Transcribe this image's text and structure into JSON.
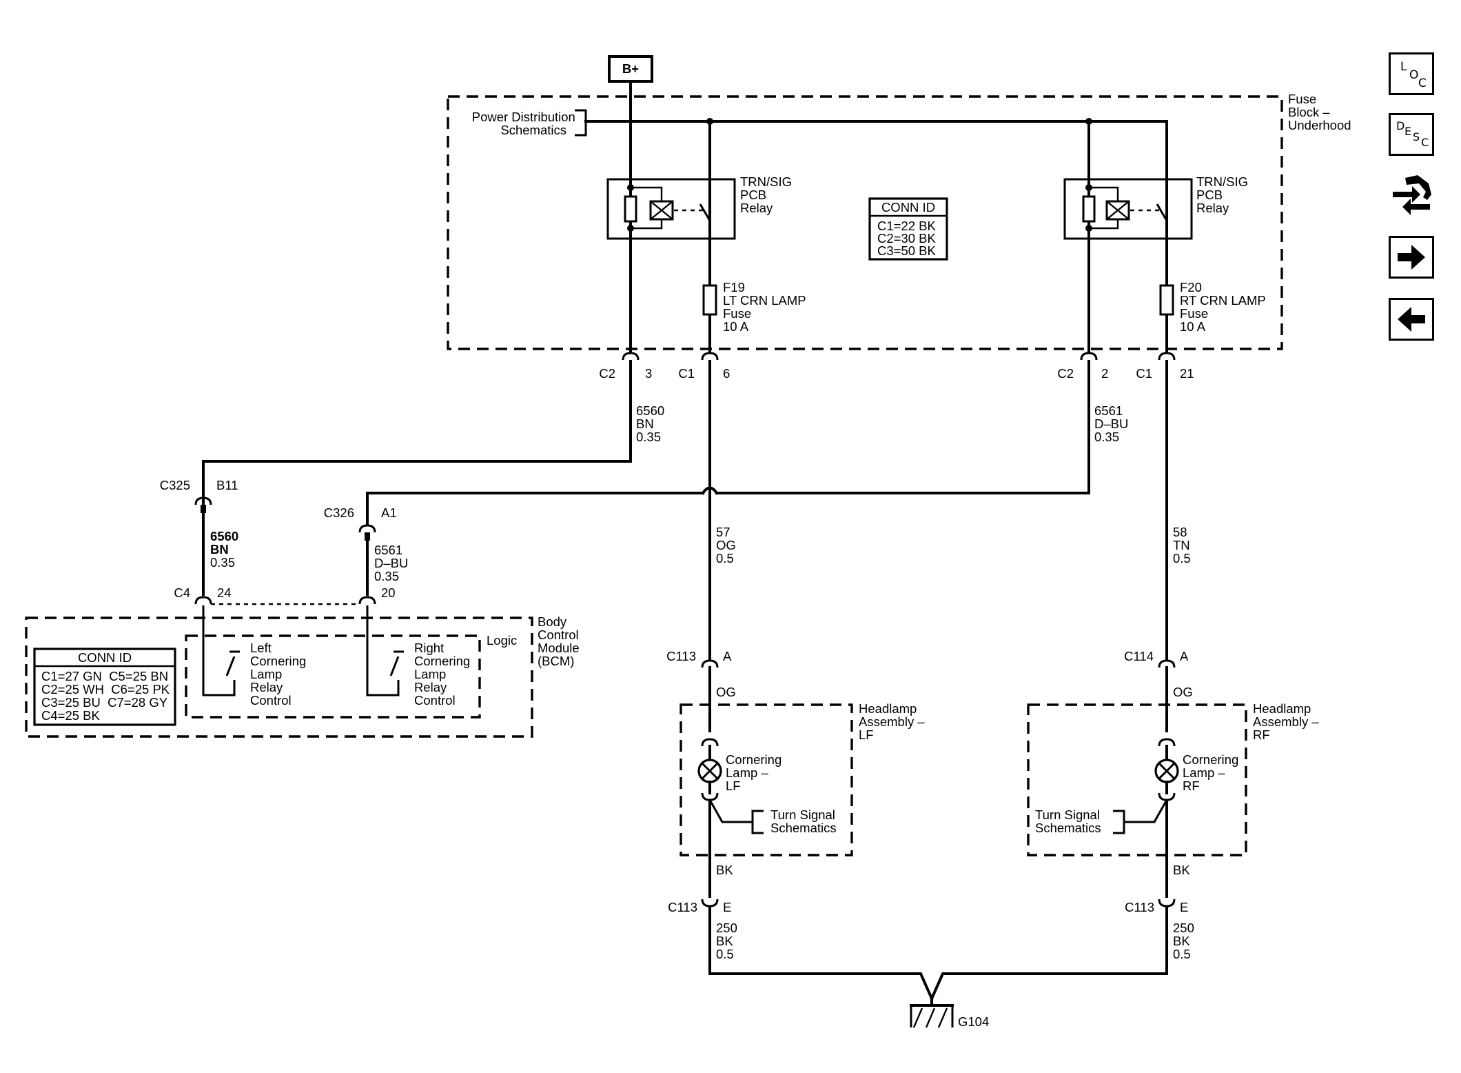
{
  "supply": {
    "label": "B+"
  },
  "fuse_block": {
    "title_lines": [
      "Fuse",
      "Block –",
      "Underhood"
    ],
    "pds_lines": [
      "Power Distribution",
      "Schematics"
    ]
  },
  "relays": [
    {
      "lines": [
        "TRN/SIG",
        "PCB",
        "Relay"
      ]
    },
    {
      "lines": [
        "TRN/SIG",
        "PCB",
        "Relay"
      ]
    }
  ],
  "fuses": [
    {
      "lines": [
        "F19",
        "LT CRN LAMP",
        "Fuse",
        "10 A"
      ]
    },
    {
      "lines": [
        "F20",
        "RT CRN LAMP",
        "Fuse",
        "10 A"
      ]
    }
  ],
  "conn_id_fuse": {
    "title": "CONN ID",
    "rows": [
      "C1=22 BK",
      "C2=30 BK",
      "C3=50 BK"
    ]
  },
  "connectors": [
    {
      "name": "C2",
      "pin": "3"
    },
    {
      "name": "C1",
      "pin": "6"
    },
    {
      "name": "C2",
      "pin": "2"
    },
    {
      "name": "C1",
      "pin": "21"
    },
    {
      "name": "C325",
      "pin": "B11"
    },
    {
      "name": "C326",
      "pin": "A1"
    },
    {
      "name": "C4",
      "pin": "24"
    },
    {
      "name": "",
      "pin": "20"
    },
    {
      "name": "C113",
      "pin": "A"
    },
    {
      "name": "C114",
      "pin": "A"
    },
    {
      "name": "C113",
      "pin": "E"
    },
    {
      "name": "C113",
      "pin": "E"
    }
  ],
  "wires": [
    {
      "lines": [
        "6560",
        "BN",
        "0.35"
      ]
    },
    {
      "lines": [
        "6561",
        "D–BU",
        "0.35"
      ]
    },
    {
      "lines": [
        "6560",
        "BN",
        "0.35"
      ]
    },
    {
      "lines": [
        "6561",
        "D–BU",
        "0.35"
      ]
    },
    {
      "lines": [
        "57",
        "OG",
        "0.5"
      ]
    },
    {
      "lines": [
        "58",
        "TN",
        "0.5"
      ]
    },
    {
      "lines": [
        "250",
        "BK",
        "0.5"
      ]
    },
    {
      "lines": [
        "250",
        "BK",
        "0.5"
      ]
    }
  ],
  "wire_colors": {
    "og": "OG",
    "bk": "BK"
  },
  "bcm": {
    "title_lines": [
      "Body",
      "Control",
      "Module",
      "(BCM)"
    ],
    "logic": "Logic",
    "left_switch_lines": [
      "Left",
      "Cornering",
      "Lamp",
      "Relay",
      "Control"
    ],
    "right_switch_lines": [
      "Right",
      "Cornering",
      "Lamp",
      "Relay",
      "Control"
    ],
    "conn_id": {
      "title": "CONN ID",
      "rows": [
        "C1=27 GN  C5=25 BN",
        "C2=25 WH  C6=25 PK",
        "C3=25 BU  C7=28 GY",
        "C4=25 BK"
      ]
    }
  },
  "headlamps": [
    {
      "title_lines": [
        "Headlamp",
        "Assembly –",
        "LF"
      ],
      "lamp_lines": [
        "Cornering",
        "Lamp –",
        "LF"
      ],
      "ref_lines": [
        "Turn Signal",
        "Schematics"
      ]
    },
    {
      "title_lines": [
        "Headlamp",
        "Assembly –",
        "RF"
      ],
      "lamp_lines": [
        "Cornering",
        "Lamp –",
        "RF"
      ],
      "ref_lines": [
        "Turn Signal",
        "Schematics"
      ]
    }
  ],
  "ground": {
    "label": "G104"
  },
  "nav": {
    "loc": [
      "L",
      "O",
      "C"
    ],
    "desc": [
      "D",
      "E",
      "S",
      "C"
    ],
    "items": [
      {
        "name": "location-icon"
      },
      {
        "name": "description-icon"
      },
      {
        "name": "connector-swap-icon"
      },
      {
        "name": "next-page-icon"
      },
      {
        "name": "previous-page-icon"
      }
    ]
  }
}
